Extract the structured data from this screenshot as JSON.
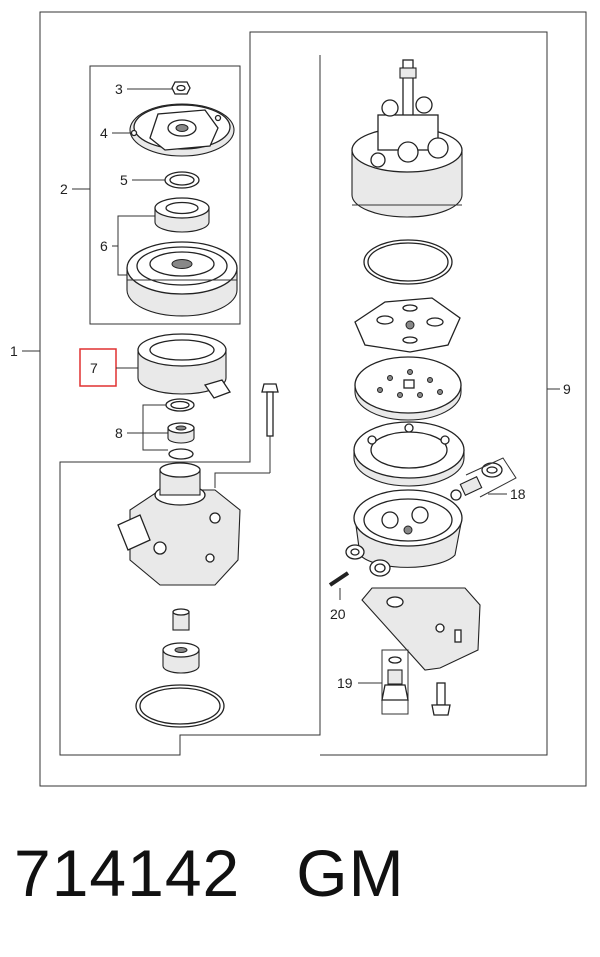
{
  "callouts": {
    "c1": "1",
    "c2": "2",
    "c3": "3",
    "c4": "4",
    "c5": "5",
    "c6": "6",
    "c7": "7",
    "c8": "8",
    "c9": "9",
    "c18": "18",
    "c19": "19",
    "c20": "20"
  },
  "highlight_color": "#e03030",
  "caption": {
    "part_number": "714142",
    "brand": "GM"
  }
}
